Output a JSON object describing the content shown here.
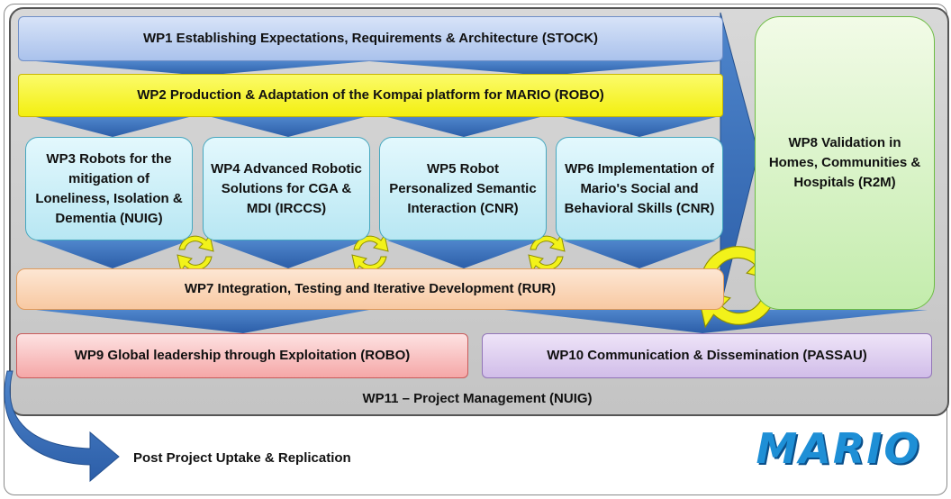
{
  "wp1": "WP1 Establishing Expectations, Requirements & Architecture (STOCK)",
  "wp2": "WP2 Production & Adaptation of the Kompai platform for MARIO (ROBO)",
  "wp3": "WP3 Robots for the mitigation of Loneliness, Isolation & Dementia (NUIG)",
  "wp4": "WP4 Advanced Robotic Solutions for CGA & MDI (IRCCS)",
  "wp5": "WP5 Robot Personalized Semantic Interaction (CNR)",
  "wp6": "WP6 Implementation of Mario's Social and Behavioral Skills (CNR)",
  "wp7": "WP7 Integration, Testing and Iterative Development (RUR)",
  "wp8": "WP8 Validation in Homes, Communities & Hospitals (R2M)",
  "wp9": "WP9 Global leadership through Exploitation (ROBO)",
  "wp10": "WP10 Communication & Dissemination (PASSAU)",
  "wp11": "WP11 – Project Management (NUIG)",
  "post": "Post Project Uptake & Replication",
  "logo": "MARIO",
  "colors": {
    "arrow": "#3b6fb6",
    "cycle": "#f2f21a",
    "logo": "#1e8fd6"
  }
}
